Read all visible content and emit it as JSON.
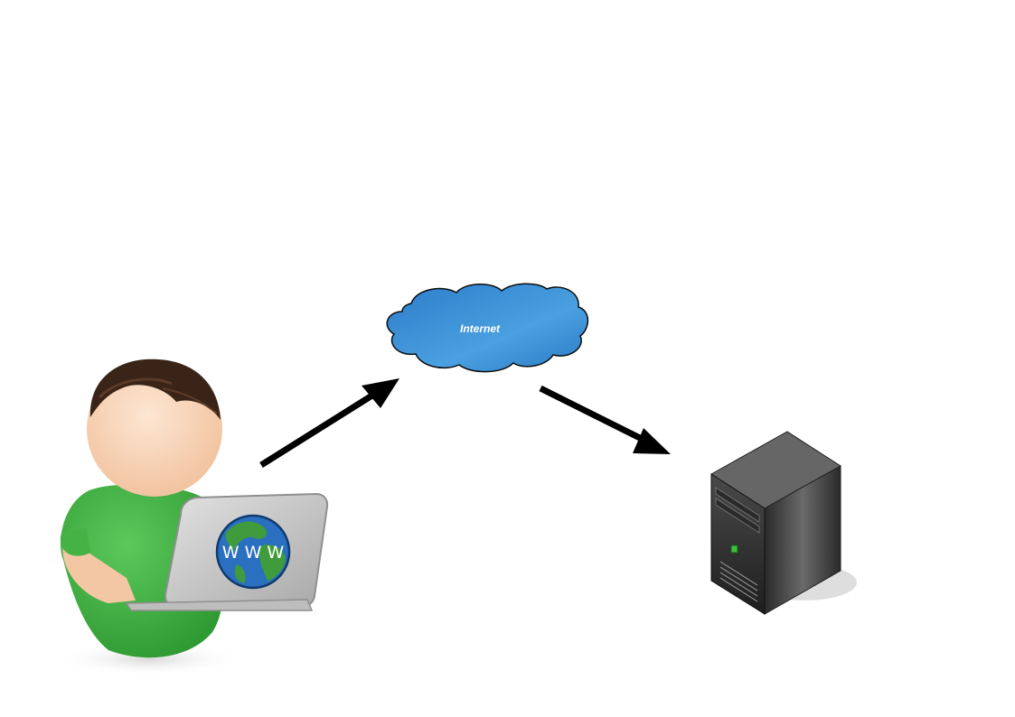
{
  "diagram": {
    "nodes": [
      {
        "id": "user",
        "kind": "user-with-laptop",
        "icon": "user-laptop-icon",
        "screen_text": "W W W"
      },
      {
        "id": "internet",
        "kind": "cloud",
        "icon": "cloud-icon",
        "label": "Internet"
      },
      {
        "id": "server",
        "kind": "server-tower",
        "icon": "server-icon"
      }
    ],
    "edges": [
      {
        "from": "user",
        "to": "internet",
        "style": "arrow"
      },
      {
        "from": "internet",
        "to": "server",
        "style": "arrow"
      }
    ],
    "colors": {
      "cloud_fill": "#3a8fd6",
      "shirt": "#3fae3f",
      "skin": "#f6cfae",
      "hair": "#3a2418",
      "laptop": "#c9c9c9",
      "globe_ocean": "#2a6fc0",
      "globe_land": "#3f9b3c",
      "server_body": "#3a3a3a",
      "arrow": "#000000"
    }
  }
}
